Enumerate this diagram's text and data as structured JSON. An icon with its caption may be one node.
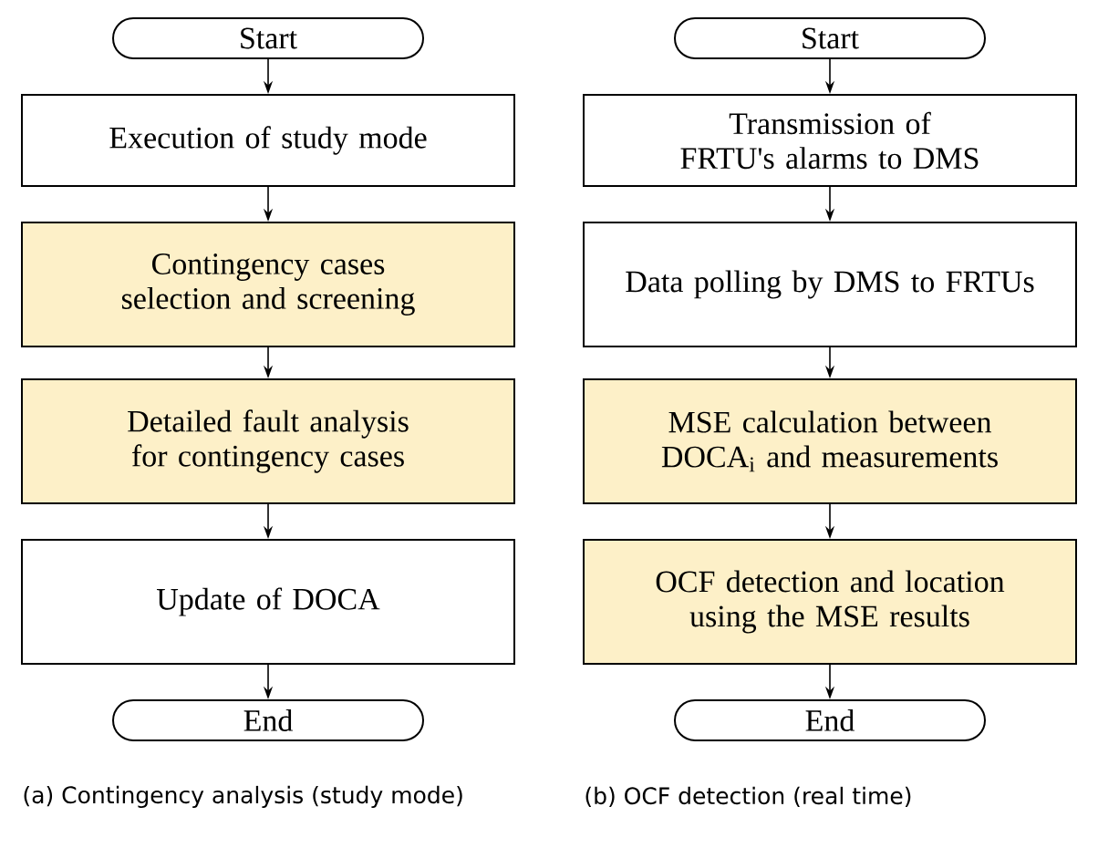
{
  "diagram": {
    "nodes": [
      {
        "text": [
          "Start"
        ]
      },
      {
        "text": [
          "Execution of study mode"
        ]
      },
      {
        "text": [
          "Contingency cases selection and screening"
        ]
      },
      {
        "text": [
          "Detailed fault analysis for contingency cases"
        ]
      },
      {
        "text": [
          "Update of DOCA"
        ]
      },
      {
        "text": [
          "End"
        ]
      },
      {
        "text": [
          "Start"
        ]
      },
      {
        "text": [
          "Transmission of FRTU's alarms to DMS"
        ]
      },
      {
        "text": [
          "Data polling by DMS to FRTUs"
        ]
      },
      {
        "text": [
          "MSE calculation between DOCA$_{i}$ and measurements"
        ]
      },
      {
        "text": [
          "OCF detection and location using the MSE results"
        ]
      },
      {
        "text": [
          "End"
        ]
      }
    ],
    "edges": [
      {
        "from": 0,
        "to": 1,
        "arrow": "to"
      },
      {
        "from": 1,
        "to": 2,
        "arrow": "to"
      },
      {
        "from": 2,
        "to": 3,
        "arrow": "to"
      },
      {
        "from": 3,
        "to": 4,
        "arrow": "to"
      },
      {
        "from": 4,
        "to": 5,
        "arrow": "to"
      },
      {
        "from": 6,
        "to": 7,
        "arrow": "to"
      },
      {
        "from": 7,
        "to": 8,
        "arrow": "to"
      },
      {
        "from": 8,
        "to": 9,
        "arrow": "to"
      },
      {
        "from": 9,
        "to": 10,
        "arrow": "to"
      },
      {
        "from": 10,
        "to": 11,
        "arrow": "to"
      }
    ],
    "labels": [
      "(a) Contingency analysis (study mode)",
      "(b) OCF detection (real time)"
    ]
  }
}
